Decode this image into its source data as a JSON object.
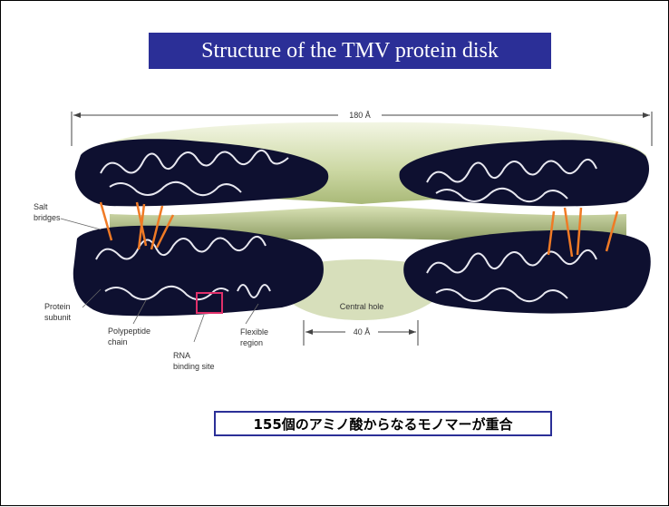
{
  "title": "Structure of the TMV protein disk",
  "caption": "155個のアミノ酸からなるモノマーが重合",
  "dimension_top": "180 Å",
  "dimension_hole": "40 Å",
  "labels": {
    "salt_bridges_1": "Salt",
    "salt_bridges_2": "bridges",
    "protein_subunit_1": "Protein",
    "protein_subunit_2": "subunit",
    "polypeptide_chain_1": "Polypeptide",
    "polypeptide_chain_2": "chain",
    "rna_binding_site_1": "RNA",
    "rna_binding_site_2": "binding site",
    "central_hole": "Central hole",
    "flexible_region_1": "Flexible",
    "flexible_region_2": "region"
  },
  "colors": {
    "title_bg": "#2b2f97",
    "subunit": "#0e1030",
    "salt_bridge": "#f07a25",
    "disk_green": "#c9d6a0",
    "rna_box": "#e0306a"
  }
}
